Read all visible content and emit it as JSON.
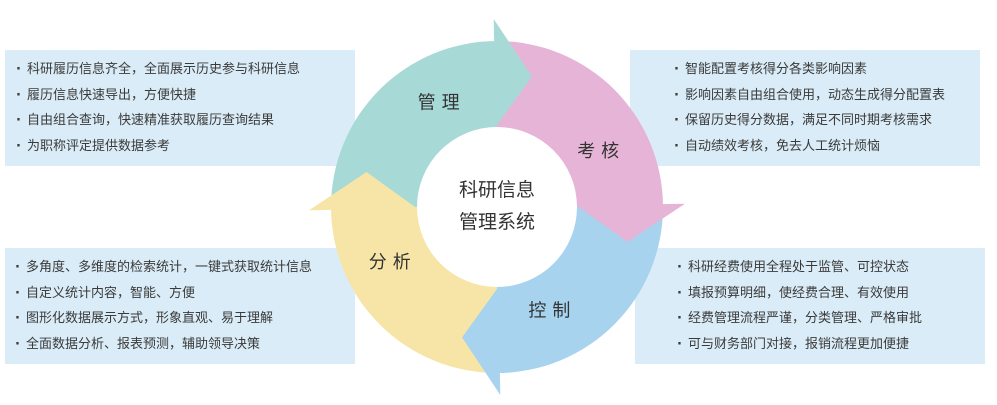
{
  "center": {
    "line1": "科研信息",
    "line2": "管理系统"
  },
  "cycle": [
    {
      "label": "管理",
      "color": "#a7dad7"
    },
    {
      "label": "考核",
      "color": "#e5b4d6"
    },
    {
      "label": "控制",
      "color": "#a7d3ef"
    },
    {
      "label": "分析",
      "color": "#f6e5a7"
    }
  ],
  "panels": {
    "management": {
      "items": [
        "科研履历信息齐全，全面展示历史参与科研信息",
        "履历信息快速导出，方便快捷",
        "自由组合查询，快速精准获取履历查询结果",
        "为职称评定提供数据参考"
      ]
    },
    "assessment": {
      "items": [
        "智能配置考核得分各类影响因素",
        "影响因素自由组合使用，动态生成得分配置表",
        "保留历史得分数据，满足不同时期考核需求",
        "自动绩效考核，免去人工统计烦恼"
      ]
    },
    "analysis": {
      "items": [
        "多角度、多维度的检索统计，一键式获取统计信息",
        "自定义统计内容，智能、方便",
        "图形化数据展示方式，形象直观、易于理解",
        "全面数据分析、报表预测，辅助领导决策"
      ]
    },
    "control": {
      "items": [
        "科研经费使用全程处于监管、可控状态",
        "填报预算明细，使经费合理、有效使用",
        "经费管理流程严谨，分类管理、严格审批",
        "可与财务部门对接，报销流程更加便捷"
      ]
    }
  },
  "colors": {
    "panel_bg": "#daecf7",
    "text": "#333333"
  }
}
